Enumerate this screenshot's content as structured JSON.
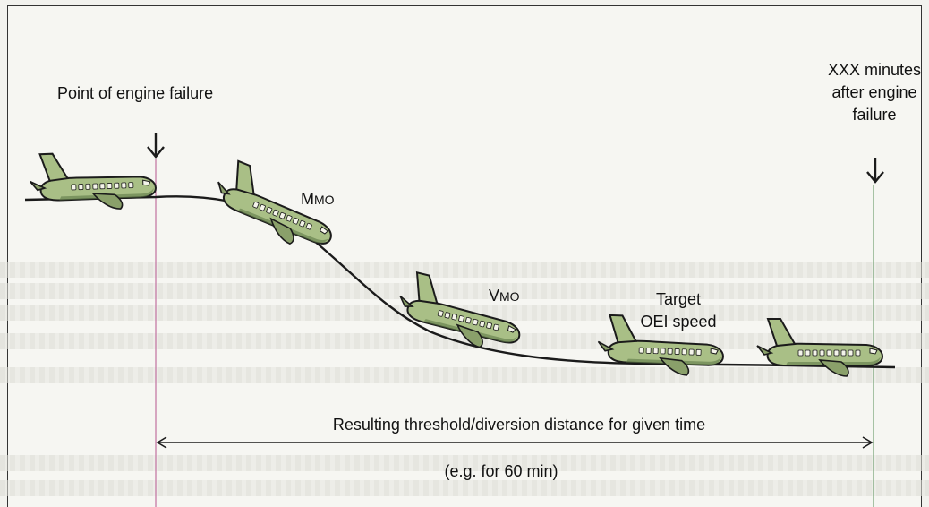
{
  "labels": {
    "engine_failure": "Point of engine failure",
    "after_failure": [
      "XXX minutes",
      "after engine",
      "failure"
    ],
    "mmo_main": "M",
    "mmo_sub": "MO",
    "vmo_main": "V",
    "vmo_sub": "MO",
    "target_speed": [
      "Target",
      "OEI speed"
    ],
    "distance": "Resulting threshold/diversion distance for given time",
    "example": "(e.g. for 60 min)"
  },
  "colors": {
    "fuselage": "#a9bf86",
    "fuselage_dark": "#5f7a48",
    "outline": "#1b1b1b",
    "window": "#f4f4ea",
    "guide_left": "#c070a0",
    "guide_right": "#70a070"
  },
  "icons": [
    "down-arrow-icon",
    "airplane-icon"
  ]
}
